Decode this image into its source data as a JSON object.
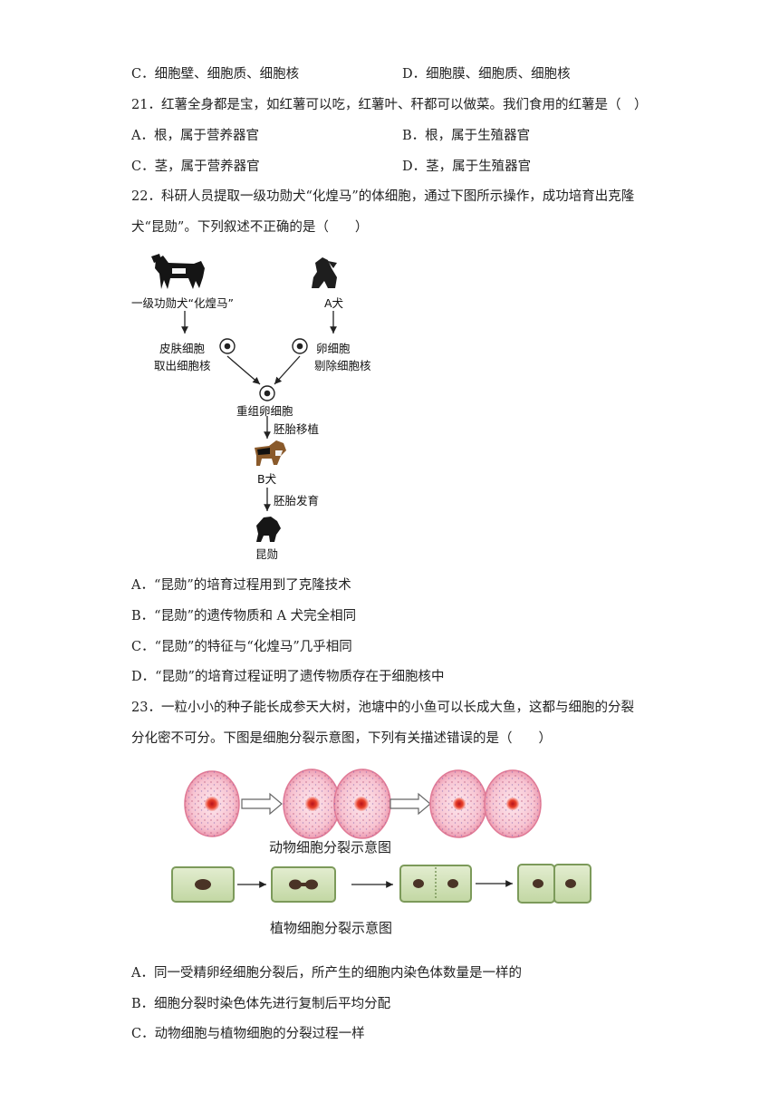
{
  "q20_tail": {
    "optC": "C．细胞壁、细胞质、细胞核",
    "optD": "D．细胞膜、细胞质、细胞核"
  },
  "q21": {
    "stem": "21．红薯全身都是宝，如红薯可以吃，红薯叶、秆都可以做菜。我们食用的红薯是（　）",
    "optA": "A．根，属于营养器官",
    "optB": "B．根，属于生殖器官",
    "optC": "C．茎，属于营养器官",
    "optD": "D．茎，属于生殖器官"
  },
  "q22": {
    "stem_line1": "22．科研人员提取一级功勋犬“化煌马”的体细胞，通过下图所示操作，成功培育出克隆",
    "stem_line2": "犬“昆勋”。下列叙述不正确的是（　　）",
    "diagram": {
      "dog1_label": "一级功勋犬“化煌马”",
      "dogA_label": "A犬",
      "skin_label1": "皮肤细胞",
      "skin_label2": "取出细胞核",
      "egg_label1": "卵细胞",
      "egg_label2": "剔除细胞核",
      "recombined_label": "重组卵细胞",
      "step1_label": "胚胎移植",
      "dogB_label": "B犬",
      "step2_label": "胚胎发育",
      "result_label": "昆勋"
    },
    "optA": "A．“昆勋”的培育过程用到了克隆技术",
    "optB": "B．“昆勋”的遗传物质和 A 犬完全相同",
    "optC": "C．“昆勋”的特征与“化煌马”几乎相同",
    "optD": "D．“昆勋”的培育过程证明了遗传物质存在于细胞核中"
  },
  "q23": {
    "stem_line1": "23．一粒小小的种子能长成参天大树，池塘中的小鱼可以长成大鱼，这都与细胞的分裂",
    "stem_line2": "分化密不可分。下图是细胞分裂示意图，下列有关描述错误的是（　　）",
    "animal_caption": "动物细胞分裂示意图",
    "plant_caption": "植物细胞分裂示意图",
    "optA": "A．同一受精卵经细胞分裂后，所产生的细胞内染色体数量是一样的",
    "optB": "B．细胞分裂时染色体先进行复制后平均分配",
    "optC": "C．动物细胞与植物细胞的分裂过程一样"
  },
  "colors": {
    "animal_cell_fill": "#f4b6c6",
    "animal_nucleus": "#e8402a",
    "plant_cell_fill": "#cfe0b4",
    "plant_nucleus": "#4a3326"
  }
}
